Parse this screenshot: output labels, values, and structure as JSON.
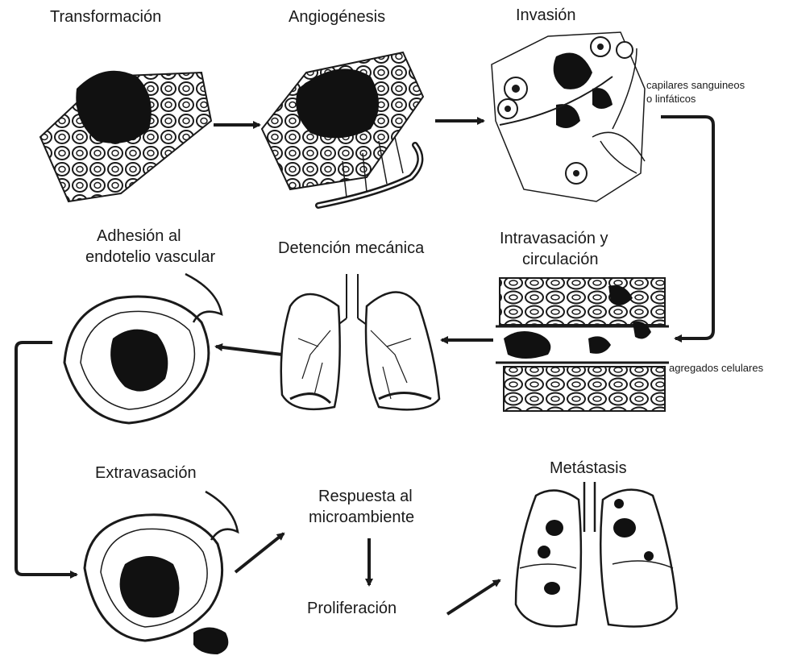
{
  "stages": {
    "transformacion": "Transformación",
    "angiogenesis": "Angiogénesis",
    "invasion": "Invasión",
    "capilares_line1": "capilares sanguineos",
    "capilares_line2": "o linfáticos",
    "intravasacion_line1": "Intravasación y",
    "intravasacion_line2": "circulación",
    "agregados": "agregados celulares",
    "detencion": "Detención mecánica",
    "adhesion_line1": "Adhesión al",
    "adhesion_line2": "endotelio vascular",
    "extravasacion": "Extravasación",
    "respuesta_line1": "Respuesta al",
    "respuesta_line2": "microambiente",
    "proliferacion": "Proliferación",
    "metastasis": "Metástasis"
  },
  "colors": {
    "ink": "#1a1a1a",
    "paper": "#ffffff",
    "tumor": "#111111"
  }
}
